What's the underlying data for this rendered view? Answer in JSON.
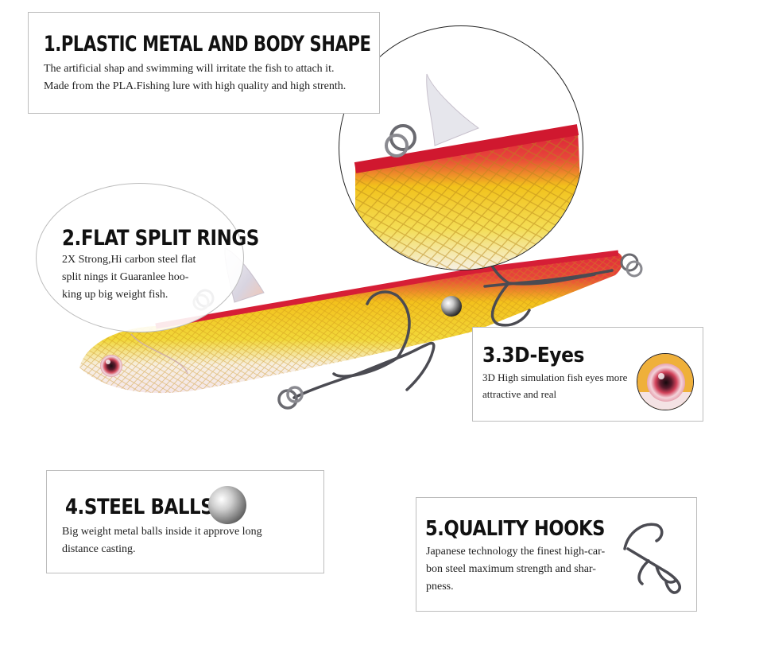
{
  "features": {
    "body_shape": {
      "title": "1.PLASTIC METAL AND BODY SHAPE",
      "lines": [
        "The artificial shap and swimming will irritate the fish to attach it.",
        "Made from the PLA.Fishing lure with high quality and high strenth."
      ]
    },
    "split_rings": {
      "title": "2.FLAT SPLIT RINGS",
      "lines": [
        "2X Strong,Hi carbon steel flat",
        "split nings it Guaranlee hoo-",
        "king up big weight fish."
      ]
    },
    "eyes": {
      "title": "3.3D-Eyes",
      "lines": [
        "3D High simulation fish eyes more",
        "attractive and real"
      ]
    },
    "steel_balls": {
      "title": "4.STEEL BALLS",
      "lines": [
        "Big weight metal balls inside it approve long",
        "distance casting."
      ]
    },
    "hooks": {
      "title": "5.QUALITY HOOKS",
      "lines": [
        "Japanese technology the finest high-car-",
        "bon steel maximum strength and shar-",
        "pness."
      ]
    }
  },
  "colors": {
    "lure_red": "#e5203c",
    "lure_gold": "#f1c21c",
    "lure_belly": "#f6f0f0",
    "hook_metal": "#5a5a5f"
  }
}
